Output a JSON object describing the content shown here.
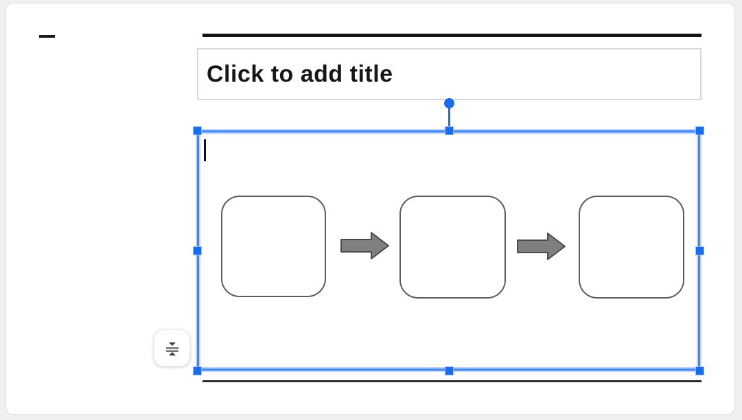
{
  "app": {
    "view": "presentation-slide-editor",
    "background_color": "#eef0f1",
    "canvas_color": "#ffffff"
  },
  "slide": {
    "title_placeholder": "Click to add title",
    "decorations": {
      "corner_dash": "short black dash top-left",
      "top_rule": "black horizontal theme line above title",
      "bottom_rule": "black horizontal theme line at slide bottom"
    }
  },
  "selection": {
    "selected_element": "content-placeholder",
    "accent_color": "#4285f4",
    "handle_color": "#1a6dea",
    "handles": [
      "top-left",
      "top-center",
      "top-right",
      "middle-left",
      "middle-right",
      "bottom-left",
      "bottom-center",
      "bottom-right"
    ],
    "rotation_handle": "blue circle above top-center handle",
    "text_cursor_visible": true
  },
  "diagram": {
    "type": "process-flow",
    "nodes": [
      {
        "shape": "rounded-rectangle",
        "label": ""
      },
      {
        "shape": "rounded-rectangle",
        "label": ""
      },
      {
        "shape": "rounded-rectangle",
        "label": ""
      }
    ],
    "connectors": [
      {
        "type": "right-block-arrow",
        "from": 1,
        "to": 2
      },
      {
        "type": "right-block-arrow",
        "from": 2,
        "to": 3
      }
    ],
    "node_border_color": "#5c5c5c",
    "node_fill": "#ffffff",
    "arrow_fill": "#7f7f7f",
    "arrow_stroke": "#4a4a4a"
  },
  "autofit_button": {
    "icon": "autofit-text-icon",
    "tooltip_hint": "text autofit control"
  }
}
